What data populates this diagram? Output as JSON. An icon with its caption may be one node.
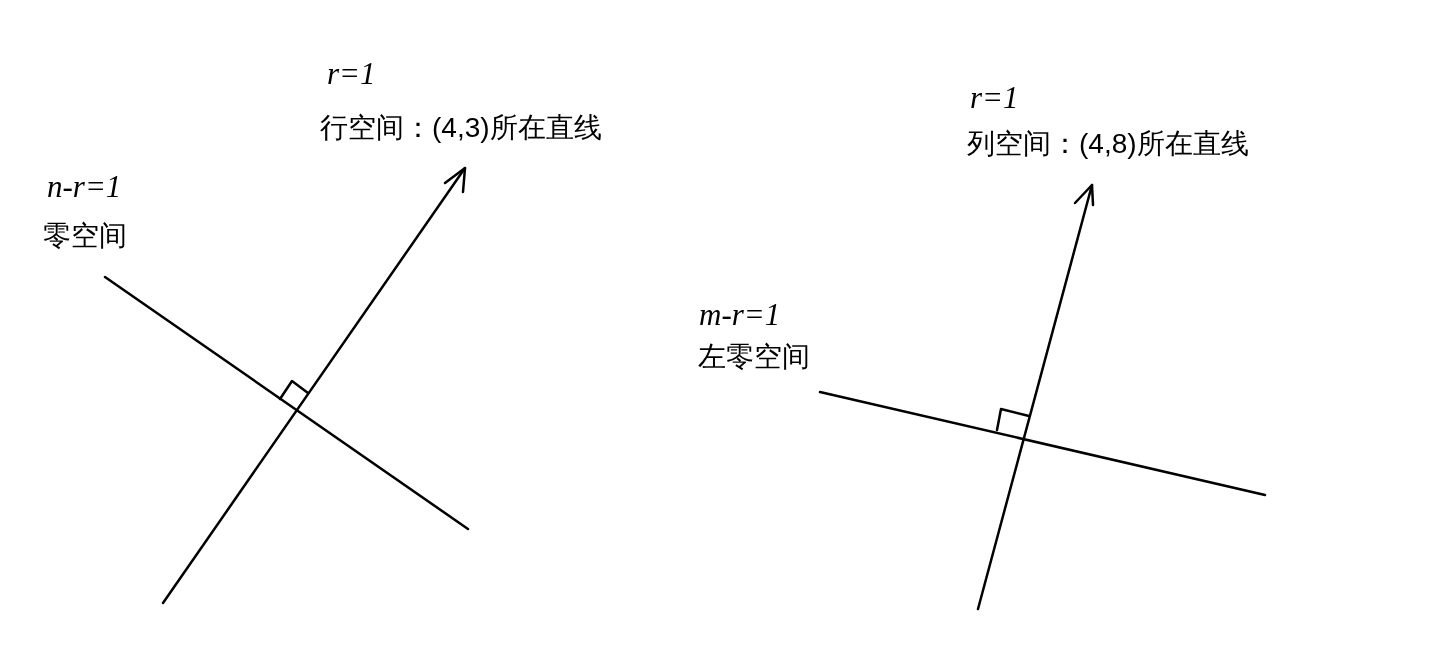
{
  "diagram": {
    "labels": [
      "r=1",
      "行空间：(4,3)所在直线",
      "n-r=1",
      "零空间",
      "r=1",
      "列空间：(4,8)所在直线",
      "m-r=1",
      "左零空间"
    ]
  }
}
